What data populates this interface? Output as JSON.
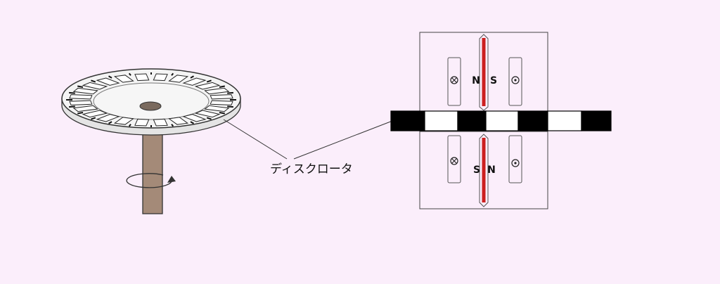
{
  "labels": {
    "callout": "ディスクロータ",
    "upper_pole_left": "N",
    "upper_pole_right": "S",
    "lower_pole_left": "S",
    "lower_pole_right": "N"
  },
  "icons": {
    "current_into_page": "cross-circle-icon",
    "current_out_of_page": "dot-circle-icon",
    "rotation": "rotation-arrow-icon"
  },
  "colors": {
    "background": "#fbeefb",
    "magnet": "#cc1f1f",
    "shaft": "#a48a78",
    "line": "#444444"
  },
  "rotor_strip": {
    "pattern": [
      "black",
      "white",
      "black",
      "white",
      "black",
      "white",
      "black"
    ]
  }
}
